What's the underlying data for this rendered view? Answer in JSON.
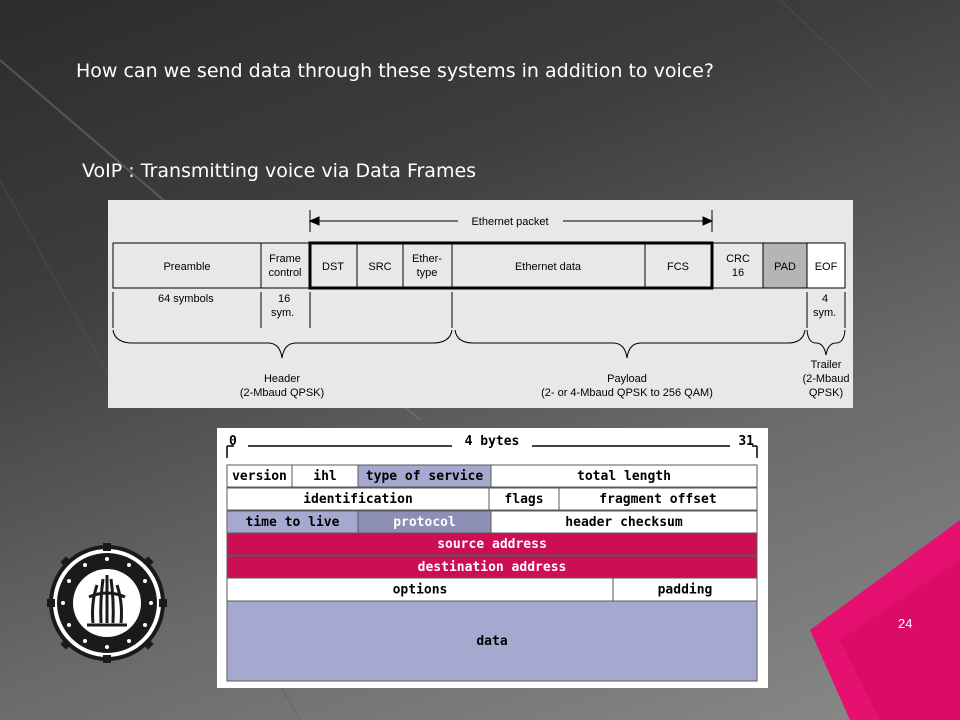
{
  "slide": {
    "question": "How can we send data through these systems in addition to voice?",
    "voip": "VoIP : Transmitting voice via Data Frames",
    "page_number": "24"
  },
  "ethernet_frame": {
    "packet_label": "Ethernet packet",
    "fields": [
      {
        "label": "Preamble",
        "shaded": false
      },
      {
        "label": "Frame control",
        "line1": "Frame",
        "line2": "control",
        "shaded": false
      },
      {
        "label": "DST",
        "shaded": false
      },
      {
        "label": "SRC",
        "shaded": false
      },
      {
        "label": "Ether-type",
        "line1": "Ether-",
        "line2": "type",
        "shaded": false
      },
      {
        "label": "Ethernet data",
        "shaded": false
      },
      {
        "label": "FCS",
        "shaded": false
      },
      {
        "label": "CRC 16",
        "line1": "CRC",
        "line2": "16",
        "shaded": false
      },
      {
        "label": "PAD",
        "shaded": true
      },
      {
        "label": "EOF",
        "shaded": false
      }
    ],
    "durations": {
      "preamble": "64 symbols",
      "frame_control_1": "16",
      "frame_control_2": "sym.",
      "eof_1": "4",
      "eof_2": "sym."
    },
    "groups": {
      "header": {
        "line1": "Header",
        "line2": "(2-Mbaud  QPSK)"
      },
      "payload": {
        "line1": "Payload",
        "line2": "(2- or 4-Mbaud QPSK to 256 QAM)"
      },
      "trailer": {
        "line1": "Trailer",
        "line2": "(2-Mbaud",
        "line3": "QPSK)"
      }
    }
  },
  "ip_header": {
    "ruler": {
      "start": "0",
      "label": "4 bytes",
      "end": "31"
    },
    "rows": [
      [
        {
          "label": "version",
          "color": "#ffffff",
          "text_color": "#000000"
        },
        {
          "label": "ihl",
          "color": "#ffffff",
          "text_color": "#000000"
        },
        {
          "label": "type of service",
          "color": "#a5a8cf",
          "text_color": "#000000"
        },
        {
          "label": "total length",
          "color": "#ffffff",
          "text_color": "#000000"
        }
      ],
      [
        {
          "label": "identification",
          "color": "#ffffff",
          "text_color": "#000000"
        },
        {
          "label": "flags",
          "color": "#ffffff",
          "text_color": "#000000"
        },
        {
          "label": "fragment offset",
          "color": "#ffffff",
          "text_color": "#000000"
        }
      ],
      [
        {
          "label": "time to live",
          "color": "#a5a8cf",
          "text_color": "#000000"
        },
        {
          "label": "protocol",
          "color": "#8e8fb4",
          "text_color": "#ffffff"
        },
        {
          "label": "header checksum",
          "color": "#ffffff",
          "text_color": "#000000"
        }
      ],
      [
        {
          "label": "source address",
          "color": "#cc0e54",
          "text_color": "#ffffff"
        }
      ],
      [
        {
          "label": "destination address",
          "color": "#cc0e54",
          "text_color": "#ffffff"
        }
      ],
      [
        {
          "label": "options",
          "color": "#ffffff",
          "text_color": "#000000"
        },
        {
          "label": "padding",
          "color": "#ffffff",
          "text_color": "#000000"
        }
      ],
      [
        {
          "label": "data",
          "color": "#a5a8cf",
          "text_color": "#000000"
        }
      ]
    ]
  },
  "colors": {
    "accent_pink": "#e5106f",
    "ip_blue": "#a5a8cf",
    "ip_red": "#cc0e54"
  }
}
